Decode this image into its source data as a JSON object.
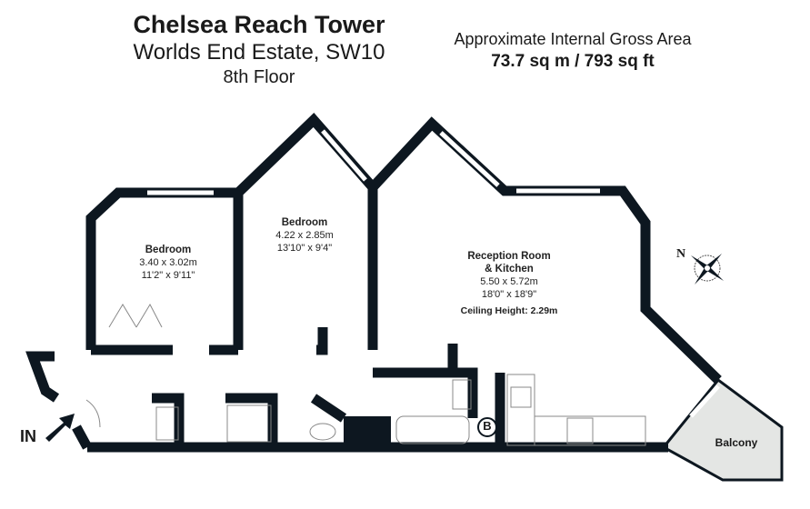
{
  "header": {
    "title": "Chelsea Reach Tower",
    "subtitle": "Worlds End Estate, SW10",
    "floor": "8th Floor"
  },
  "area": {
    "label": "Approximate Internal Gross Area",
    "value": "73.7 sq m /  793 sq ft"
  },
  "rooms": [
    {
      "name": "Bedroom",
      "metric": "3.40 x 3.02m",
      "imperial": "11'2\" x 9'11\""
    },
    {
      "name": "Bedroom",
      "metric": "4.22 x 2.85m",
      "imperial": "13'10\" x 9'4\""
    },
    {
      "name": "Reception Room",
      "name2": "& Kitchen",
      "metric": "5.50 x 5.72m",
      "imperial": "18'0\" x 18'9\"",
      "ceiling": "Ceiling Height: 2.29m"
    }
  ],
  "labels": {
    "entrance": "IN",
    "boiler": "B",
    "balcony": "Balcony",
    "north": "N"
  },
  "colors": {
    "wall": "#0d1720",
    "balcony_fill": "#e4e6e4"
  }
}
